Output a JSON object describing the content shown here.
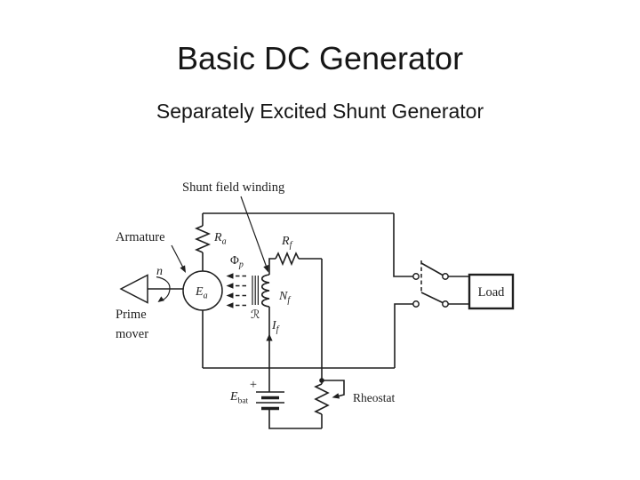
{
  "slide": {
    "title": "Basic DC Generator",
    "subtitle": "Separately Excited Shunt Generator"
  },
  "diagram": {
    "annotations": {
      "shunt_field_winding": "Shunt field winding",
      "armature": "Armature",
      "prime_mover_line1": "Prime",
      "prime_mover_line2": "mover",
      "rheostat": "Rheostat",
      "load": "Load",
      "speed": "n",
      "battery_plus": "+"
    },
    "symbols": {
      "armature_resistance": {
        "main": "R",
        "sub": "a"
      },
      "field_resistance": {
        "main": "R",
        "sub": "f"
      },
      "pole_flux": {
        "main": "Φ",
        "sub": "p"
      },
      "armature_emf": {
        "main": "E",
        "sub": "a"
      },
      "field_turns": {
        "main": "N",
        "sub": "f"
      },
      "reluctance": {
        "main": "ℛ"
      },
      "field_current": {
        "main": "I",
        "sub": "f"
      },
      "battery_emf": {
        "main": "E",
        "sub": "bat"
      }
    },
    "colors": {
      "ink": "#1f1f1f",
      "background": "#ffffff"
    }
  }
}
